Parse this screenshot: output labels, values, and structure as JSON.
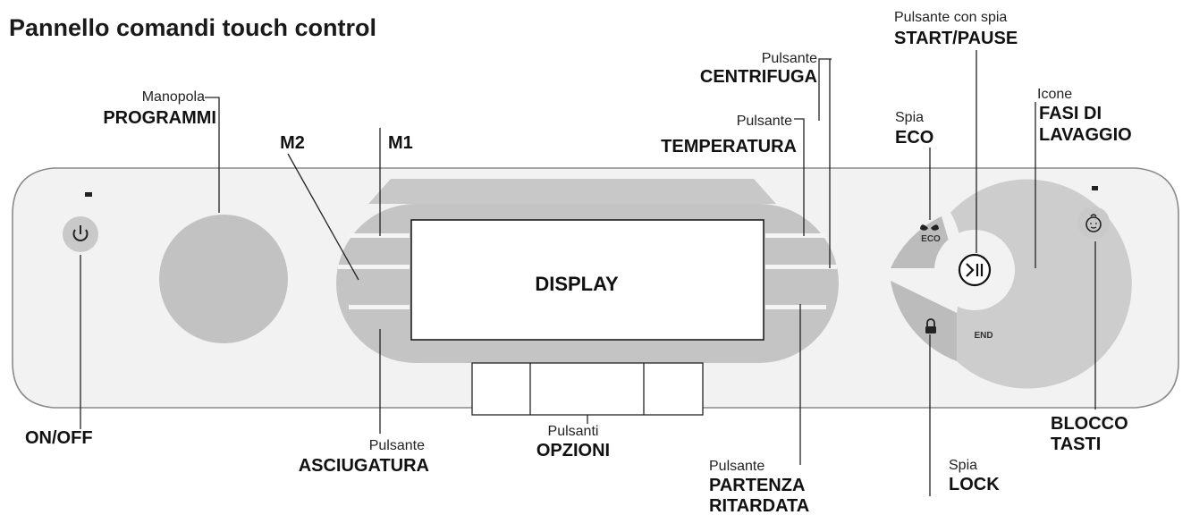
{
  "title": "Pannello comandi touch control",
  "display_label": "DISPLAY",
  "panel_marks": {
    "eco": "ECO",
    "end": "END"
  },
  "labels": {
    "programmi": {
      "small": "Manopola",
      "big": "PROGRAMMI"
    },
    "m2": {
      "big": "M2"
    },
    "m1": {
      "big": "M1"
    },
    "centrifuga": {
      "small": "Pulsante",
      "big": "CENTRIFUGA"
    },
    "temperatura": {
      "small": "Pulsante",
      "big": "TEMPERATURA"
    },
    "start_pause": {
      "small": "Pulsante con spia",
      "big": "START/PAUSE"
    },
    "eco": {
      "small": "Spia",
      "big": "ECO"
    },
    "fasi": {
      "small": "Icone",
      "big1": "FASI DI",
      "big2": "LAVAGGIO"
    },
    "on_off": {
      "big": "ON/OFF"
    },
    "asciugatura": {
      "small": "Pulsante",
      "big": "ASCIUGATURA"
    },
    "opzioni": {
      "small": "Pulsanti",
      "big": "OPZIONI"
    },
    "partenza": {
      "small": "Pulsante",
      "big1": "PARTENZA",
      "big2": "RITARDATA"
    },
    "lock": {
      "small": "Spia",
      "big": "LOCK"
    },
    "blocco": {
      "big1": "BLOCCO",
      "big2": "TASTI"
    }
  },
  "icons": [
    "power-icon",
    "knob",
    "eco-leaf-icon",
    "start-pause-icon",
    "lock-icon",
    "child-lock-icon"
  ],
  "colors": {
    "panel": "#f2f2f2",
    "grey": "#c4c4c4",
    "dark_grey": "#b0b0b0",
    "button": "#c9c9c9"
  }
}
